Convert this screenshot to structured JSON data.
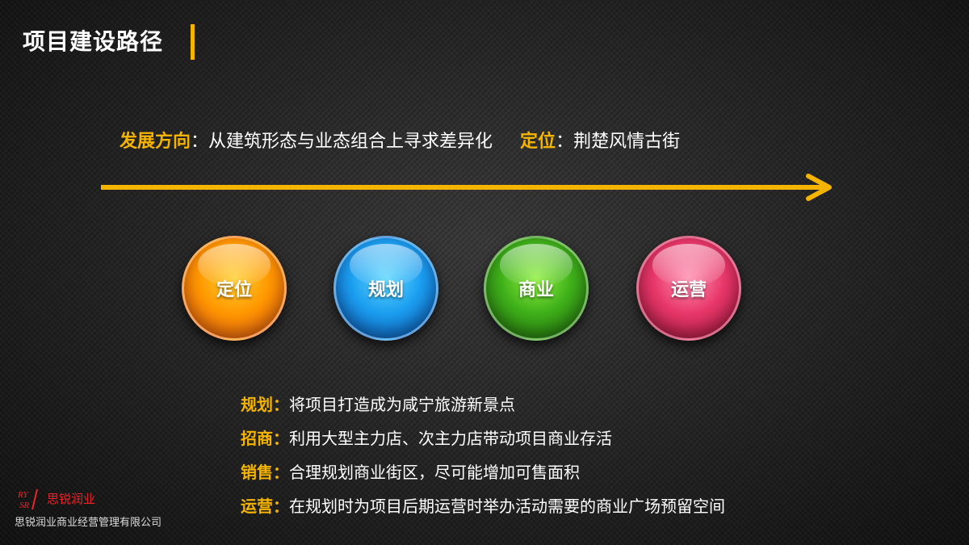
{
  "title": "项目建设路径",
  "headline": {
    "direction_key": "发展方向",
    "direction_sep": "：",
    "direction_text": "从建筑形态与业态组合上寻求差异化",
    "position_key": "定位",
    "position_sep": "：",
    "position_text": "荆楚风情古街"
  },
  "circles": [
    {
      "label": "定位",
      "color": "#ff9800"
    },
    {
      "label": "规划",
      "color": "#1c9ef0"
    },
    {
      "label": "商业",
      "color": "#3fb01a"
    },
    {
      "label": "运营",
      "color": "#e8386a"
    }
  ],
  "items": [
    {
      "key": "规划",
      "sep": "：",
      "text": "将项目打造成为咸宁旅游新景点"
    },
    {
      "key": "招商",
      "sep": "：",
      "text": "利用大型主力店、次主力店带动项目商业存活"
    },
    {
      "key": "销售",
      "sep": "：",
      "text": "合理规划商业街区，尽可能增加可售面积"
    },
    {
      "key": "运营",
      "sep": "：",
      "text": "在规划时为项目后期运营时举办活动需要的商业广场预留空间"
    }
  ],
  "logo": {
    "mark": "RY SR",
    "brand": "思锐润业"
  },
  "company": "思锐润业商业经营管理有限公司",
  "colors": {
    "accent": "#f5b400",
    "brand_red": "#e8262a"
  }
}
